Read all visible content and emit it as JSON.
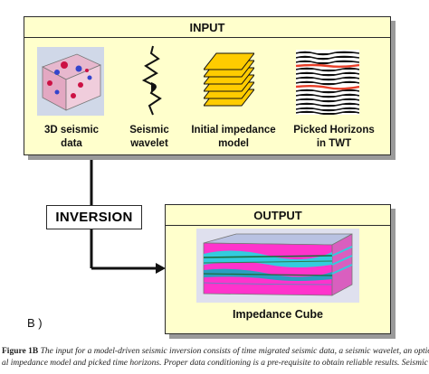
{
  "input": {
    "title": "INPUT",
    "items": [
      {
        "label": "3D seismic\ndata",
        "icon": "seismic-cube-icon"
      },
      {
        "label": "Seismic\nwavelet",
        "icon": "wavelet-icon"
      },
      {
        "label": "Initial impedance\nmodel",
        "icon": "layer-stack-icon"
      },
      {
        "label": "Picked Horizons\nin TWT",
        "icon": "seismic-section-icon"
      }
    ]
  },
  "process": {
    "label": "INVERSION"
  },
  "output": {
    "title": "OUTPUT",
    "result_label": "Impedance Cube",
    "icon": "impedance-cube-icon"
  },
  "panel_letter": "B )",
  "caption": {
    "figure_label": "Figure 1B",
    "line1": "The input for a model-driven seismic inversion consists of time migrated seismic data, a seismic wavelet, an option-",
    "line2": "al impedance model and picked time horizons. Proper data conditioning is a pre-requisite to obtain reliable results. Seismic"
  },
  "colors": {
    "box_fill": "#ffffcc",
    "box_shadow": "#9a9a9a",
    "model_layers": "#ffcc00",
    "horizon_red": "#e8402a",
    "impedance_magenta": "#ff33cc",
    "impedance_cyan": "#33ccdd"
  }
}
